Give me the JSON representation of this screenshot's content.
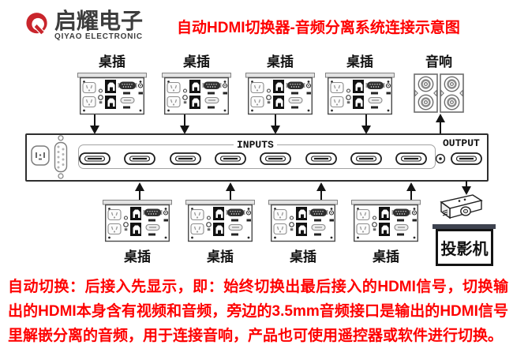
{
  "header": {
    "logo": {
      "brand_cn": "启耀电子",
      "brand_en": "QIYAO ELECTRONIC",
      "logo_color": "#c9252c"
    },
    "title": "自动HDMI切换器-音频分离系统连接示意图",
    "title_color": "#fe0000"
  },
  "top_row": {
    "plates": [
      {
        "label": "桌插"
      },
      {
        "label": "桌插"
      },
      {
        "label": "桌插"
      },
      {
        "label": "桌插"
      }
    ],
    "speaker_label": "音响"
  },
  "switcher": {
    "inputs_label": "INPUTS",
    "output_label": "OUTPUT"
  },
  "bottom_row": {
    "plates": [
      {
        "label": "桌插"
      },
      {
        "label": "桌插"
      },
      {
        "label": "桌插"
      },
      {
        "label": "桌插"
      }
    ],
    "projector_label": "投影机"
  },
  "note": {
    "text": "自动切换：后接入先显示，即：始终切换出最后接入的HDMI信号，切换输出的HDMI本身含有视频和音频，旁边的3.5mm音频接口是输出的HDMI信号里解嵌分离的音频，用于连接音响，产品也可使用遥控器或软件进行切换。",
    "color": "#fe0000"
  }
}
